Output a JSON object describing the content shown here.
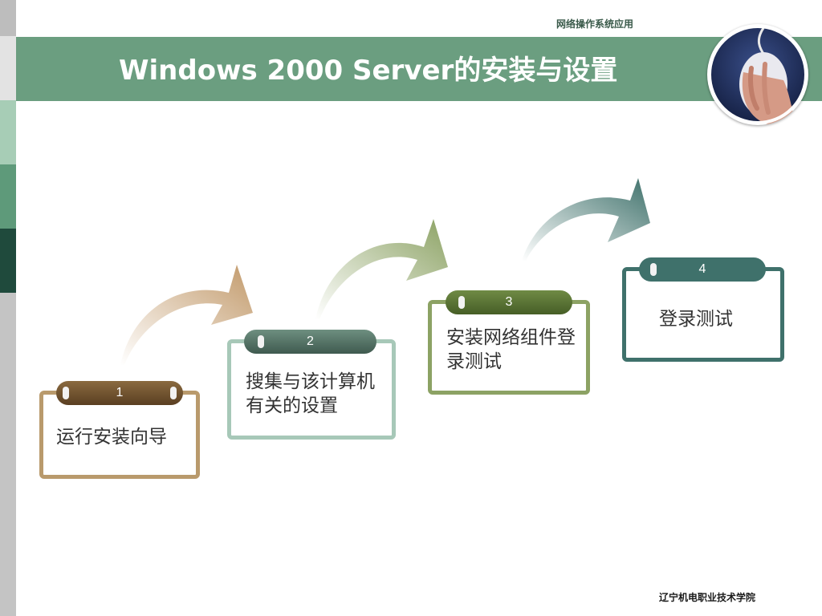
{
  "header": {
    "subtitle": "网络操作系统应用",
    "title": "Windows 2000 Server的安装与设置"
  },
  "footer": {
    "institution": "辽宁机电职业技术学院"
  },
  "steps": [
    {
      "number": "1",
      "text": "运行安装向导",
      "color": "#b99a6c"
    },
    {
      "number": "2",
      "text": "搜集与该计算机有关的设置",
      "color": "#a7c8b8"
    },
    {
      "number": "3",
      "text": "安装网络组件登录测试",
      "color": "#8ca264"
    },
    {
      "number": "4",
      "text": "登录测试",
      "color": "#3f716b"
    }
  ],
  "icons": {
    "photo": "hand-on-mouse-photo",
    "arrows": "curved-arrow-icon"
  }
}
